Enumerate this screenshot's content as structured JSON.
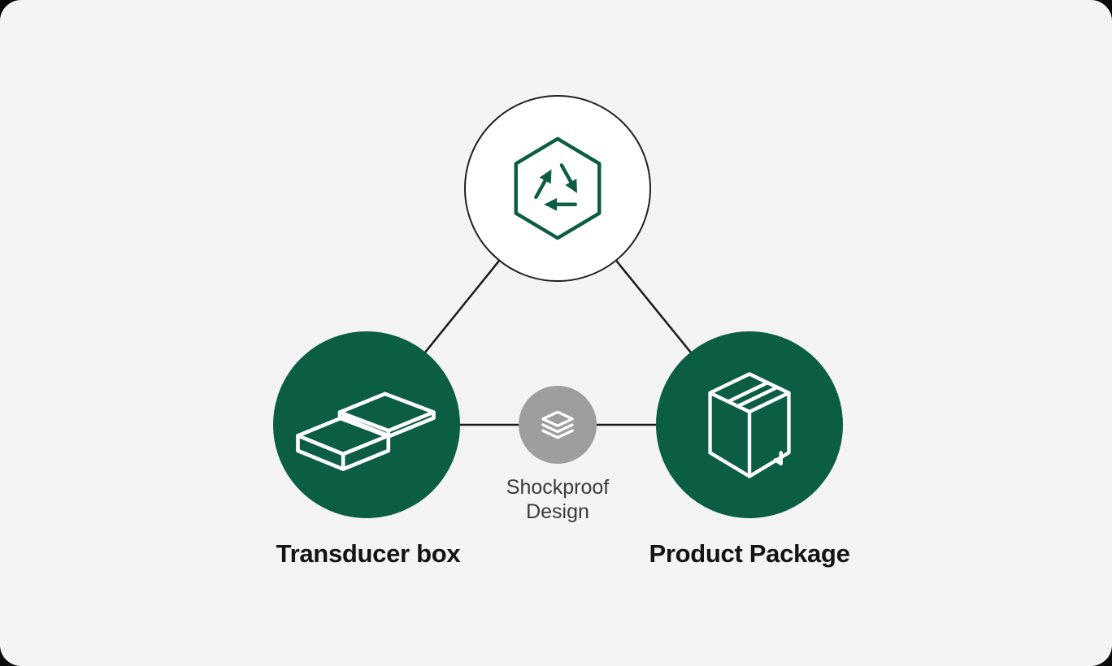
{
  "diagram": {
    "type": "triangle-relationship",
    "nodes": {
      "top": {
        "icon": "recycle-icon",
        "label": ""
      },
      "left": {
        "icon": "transducer-box-icon",
        "label": "Transducer box"
      },
      "right": {
        "icon": "product-package-icon",
        "label": "Product Package"
      },
      "center": {
        "icon": "layers-icon",
        "label": "Shockproof Design"
      }
    },
    "connectors": [
      "top-to-left",
      "top-to-right",
      "left-to-right-through-center"
    ],
    "colors": {
      "green": "#0B5D44",
      "gray_node": "#9E9E9E",
      "line": "#1a1a1a",
      "background": "#f4f4f5",
      "top_circle_fill": "#ffffff",
      "icon_stroke_on_green": "#ffffff",
      "label_text": "#141414",
      "sublabel_text": "#3a3a3a"
    }
  }
}
